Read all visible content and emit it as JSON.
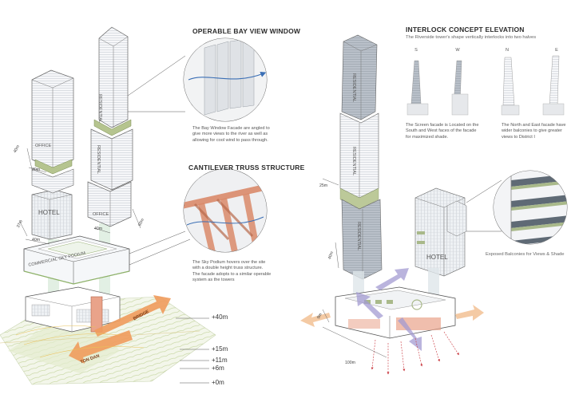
{
  "left": {
    "operable": {
      "heading": "OPERABLE BAY VIEW WINDOW",
      "text": [
        "The Bay Window Facade are angled to",
        "give more views to the river as well as",
        "allowing for cool wind to pass through."
      ]
    },
    "cantilever": {
      "heading": "CANTILEVER TRUSS STRUCTURE",
      "text": [
        "The Sky Podium hovers over the site",
        "with a double height truss structure.",
        "The facade adopts to a similar operable",
        "system as the towers"
      ]
    },
    "levels": [
      "+40m",
      "+15m",
      "+11m",
      "+6m",
      "+0m"
    ],
    "labels": {
      "office": "OFFICE",
      "residential": "RESIDENTIAL",
      "residential2": "RESIDENTIAL",
      "hotel": "HOTEL",
      "office2": "OFFICE",
      "podium": "COMMERCIAL SKY PODIUM",
      "bridge": "BRIDGE",
      "road": "TON DAN"
    },
    "dims": [
      "40m",
      "30m",
      "37m",
      "40m",
      "40m",
      "60m"
    ]
  },
  "right": {
    "heading": "INTERLOCK CONCEPT ELEVATION",
    "subheading": "The Riverside tower's shape vertically interlocks into two halves",
    "views": [
      "S",
      "W",
      "N",
      "E"
    ],
    "screen_text": [
      "The Screen facade is Located on the",
      "South and West faces of the facade",
      "for maximized shade."
    ],
    "balcony_text": [
      "The North and East facade have",
      "wider balconies to give greater",
      "views to District I"
    ],
    "exposed": "Exposed Balconies for Views & Shade",
    "labels": {
      "residential_top": "RESIDENTIAL",
      "residential_mid": "RESIDENTIAL",
      "residential_low": "RESIDENTIAL",
      "hotel": "HOTEL"
    },
    "dims": [
      "25m",
      "40m",
      "9m",
      "100m"
    ]
  },
  "colors": {
    "tower_line": "#8a8f96",
    "glass": "#f4f6f8",
    "green_band": "#a9b98a",
    "arrow_orange": "#ef9b5c",
    "arrow_purple": "#a39bd2",
    "red_dash": "#c8333a",
    "wind_blue": "#3b6fb5",
    "truss_orange": "#d98a6a"
  }
}
